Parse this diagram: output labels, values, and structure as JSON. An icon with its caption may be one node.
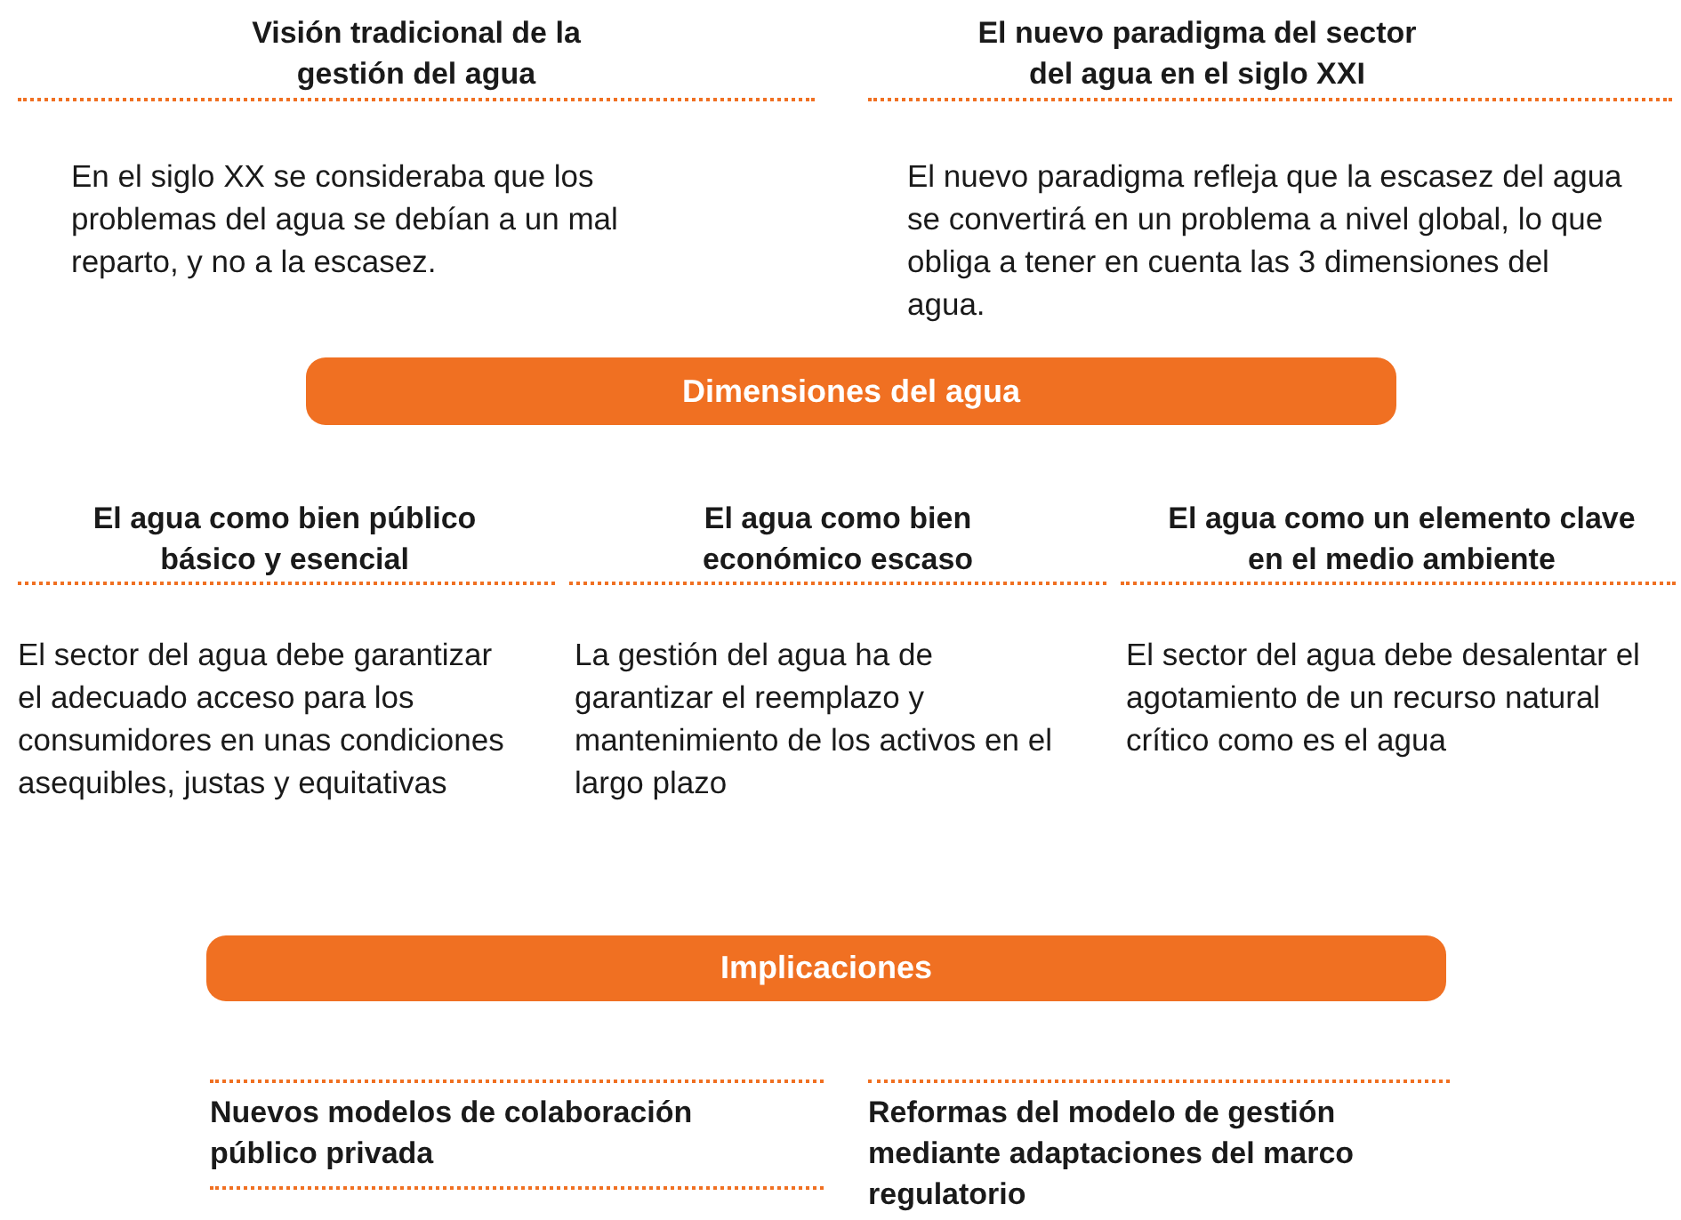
{
  "diagram": {
    "nodes": [
      {
        "text": [
          "Dimensiones del agua"
        ]
      },
      {
        "text": [
          "Implicaciones"
        ]
      }
    ],
    "labels": [
      "Visión tradicional de la gestión del agua",
      "El nuevo paradigma del sector del agua en el siglo XXI",
      "En el siglo XX se consideraba que los problemas del agua se debían a un mal reparto, y no a la escasez.",
      "El nuevo paradigma refleja que la escasez del agua se convertirá en un problema a nivel global, lo que obliga a tener en cuenta las 3 dimensiones del agua.",
      "El agua como bien público básico y esencial",
      "El agua como bien económico escaso",
      "El agua como un elemento clave en el medio ambiente",
      "El sector del agua debe garantizar el adecuado acceso para los consumidores en unas condiciones asequibles, justas y equitativas",
      "La gestión del agua ha de garantizar el reemplazo y mantenimiento de los activos en el largo plazo",
      "El sector del agua debe desalentar el agotamiento de un recurso natural crítico como es el agua",
      "Nuevos modelos de colaboración público privada",
      "Reformas del modelo de gestión mediante adaptaciones del marco regulatorio"
    ]
  }
}
